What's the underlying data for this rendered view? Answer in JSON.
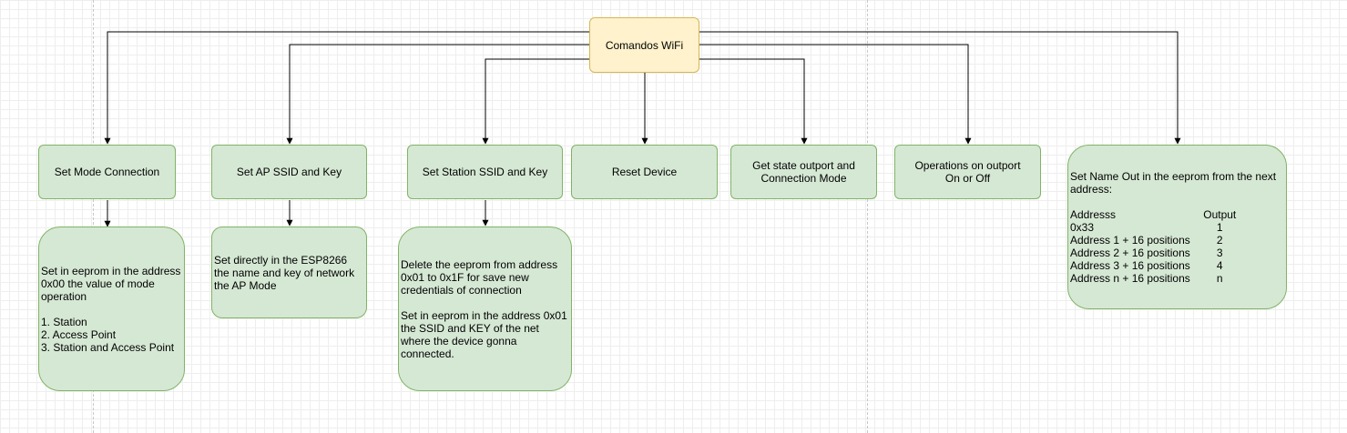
{
  "root": {
    "label": "Comandos WiFi"
  },
  "commands": [
    {
      "label": "Set Mode Connection"
    },
    {
      "label": "Set AP SSID and Key"
    },
    {
      "label": "Set Station SSID and Key"
    },
    {
      "label": "Reset Device"
    },
    {
      "label": "Get state outport and Connection Mode"
    },
    {
      "label": "Operations on outport On or Off"
    }
  ],
  "details": {
    "mode": "Set in eeprom in the address 0x00 the value of mode operation\n\n1. Station\n2. Access Point\n3. Station and Access Point",
    "ap": "Set directly in the ESP8266 the name and key of network the AP Mode",
    "station": "Delete the eeprom from address 0x01 to 0x1F for save new credentials of connection\n\nSet in eeprom in the address 0x01 the SSID and KEY of the net where the device gonna connected."
  },
  "name_out": {
    "intro": "Set Name Out in the eeprom from the next address:",
    "headers": [
      "Addresss",
      "Output"
    ],
    "rows": [
      [
        "0x33",
        "1"
      ],
      [
        "Address 1 + 16 positions",
        "2"
      ],
      [
        "Address 2 + 16 positions",
        "3"
      ],
      [
        "Address 3 + 16 positions",
        "4"
      ],
      [
        "Address n + 16 positions",
        "n"
      ]
    ]
  }
}
